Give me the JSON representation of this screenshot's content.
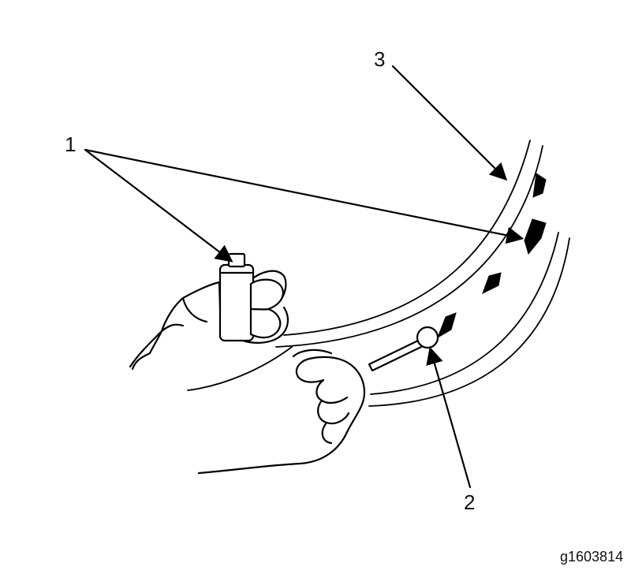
{
  "figure": {
    "figure_code": "g1603814"
  },
  "callouts": [
    {
      "id": "1",
      "text": "1"
    },
    {
      "id": "2",
      "text": "2"
    },
    {
      "id": "3",
      "text": "3"
    }
  ]
}
